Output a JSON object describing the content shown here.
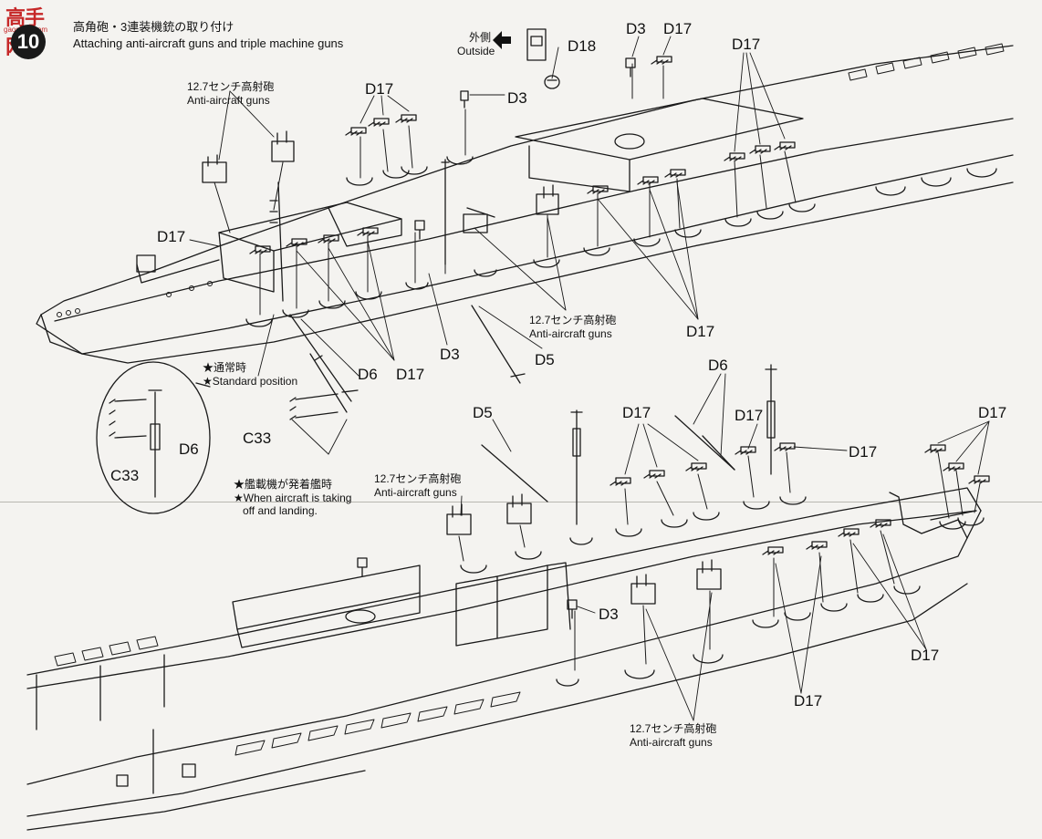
{
  "watermark": {
    "main": "高手网",
    "sub": "gaoshou.com"
  },
  "step": {
    "number": "10",
    "title_jp": "高角砲・3連装機銃の取り付け",
    "title_en": "Attaching anti-aircraft guns and triple machine guns"
  },
  "outside": {
    "jp": "外側",
    "en": "Outside"
  },
  "notes": {
    "aa_jp": "12.7センチ高射砲",
    "aa_en": "Anti-aircraft guns",
    "standard_jp": "★通常時",
    "standard_en": "★Standard position",
    "takeoff_jp": "★艦載機が発着艦時",
    "takeoff_en1": "★When aircraft is taking",
    "takeoff_en2": "off and landing."
  },
  "parts": {
    "d3": "D3",
    "d5": "D5",
    "d6": "D6",
    "d17": "D17",
    "d18": "D18",
    "c33": "C33"
  },
  "colors": {
    "ink": "#111111",
    "paper": "#f4f3f0",
    "badge": "#1a1a1a",
    "watermark": "#c62828"
  }
}
